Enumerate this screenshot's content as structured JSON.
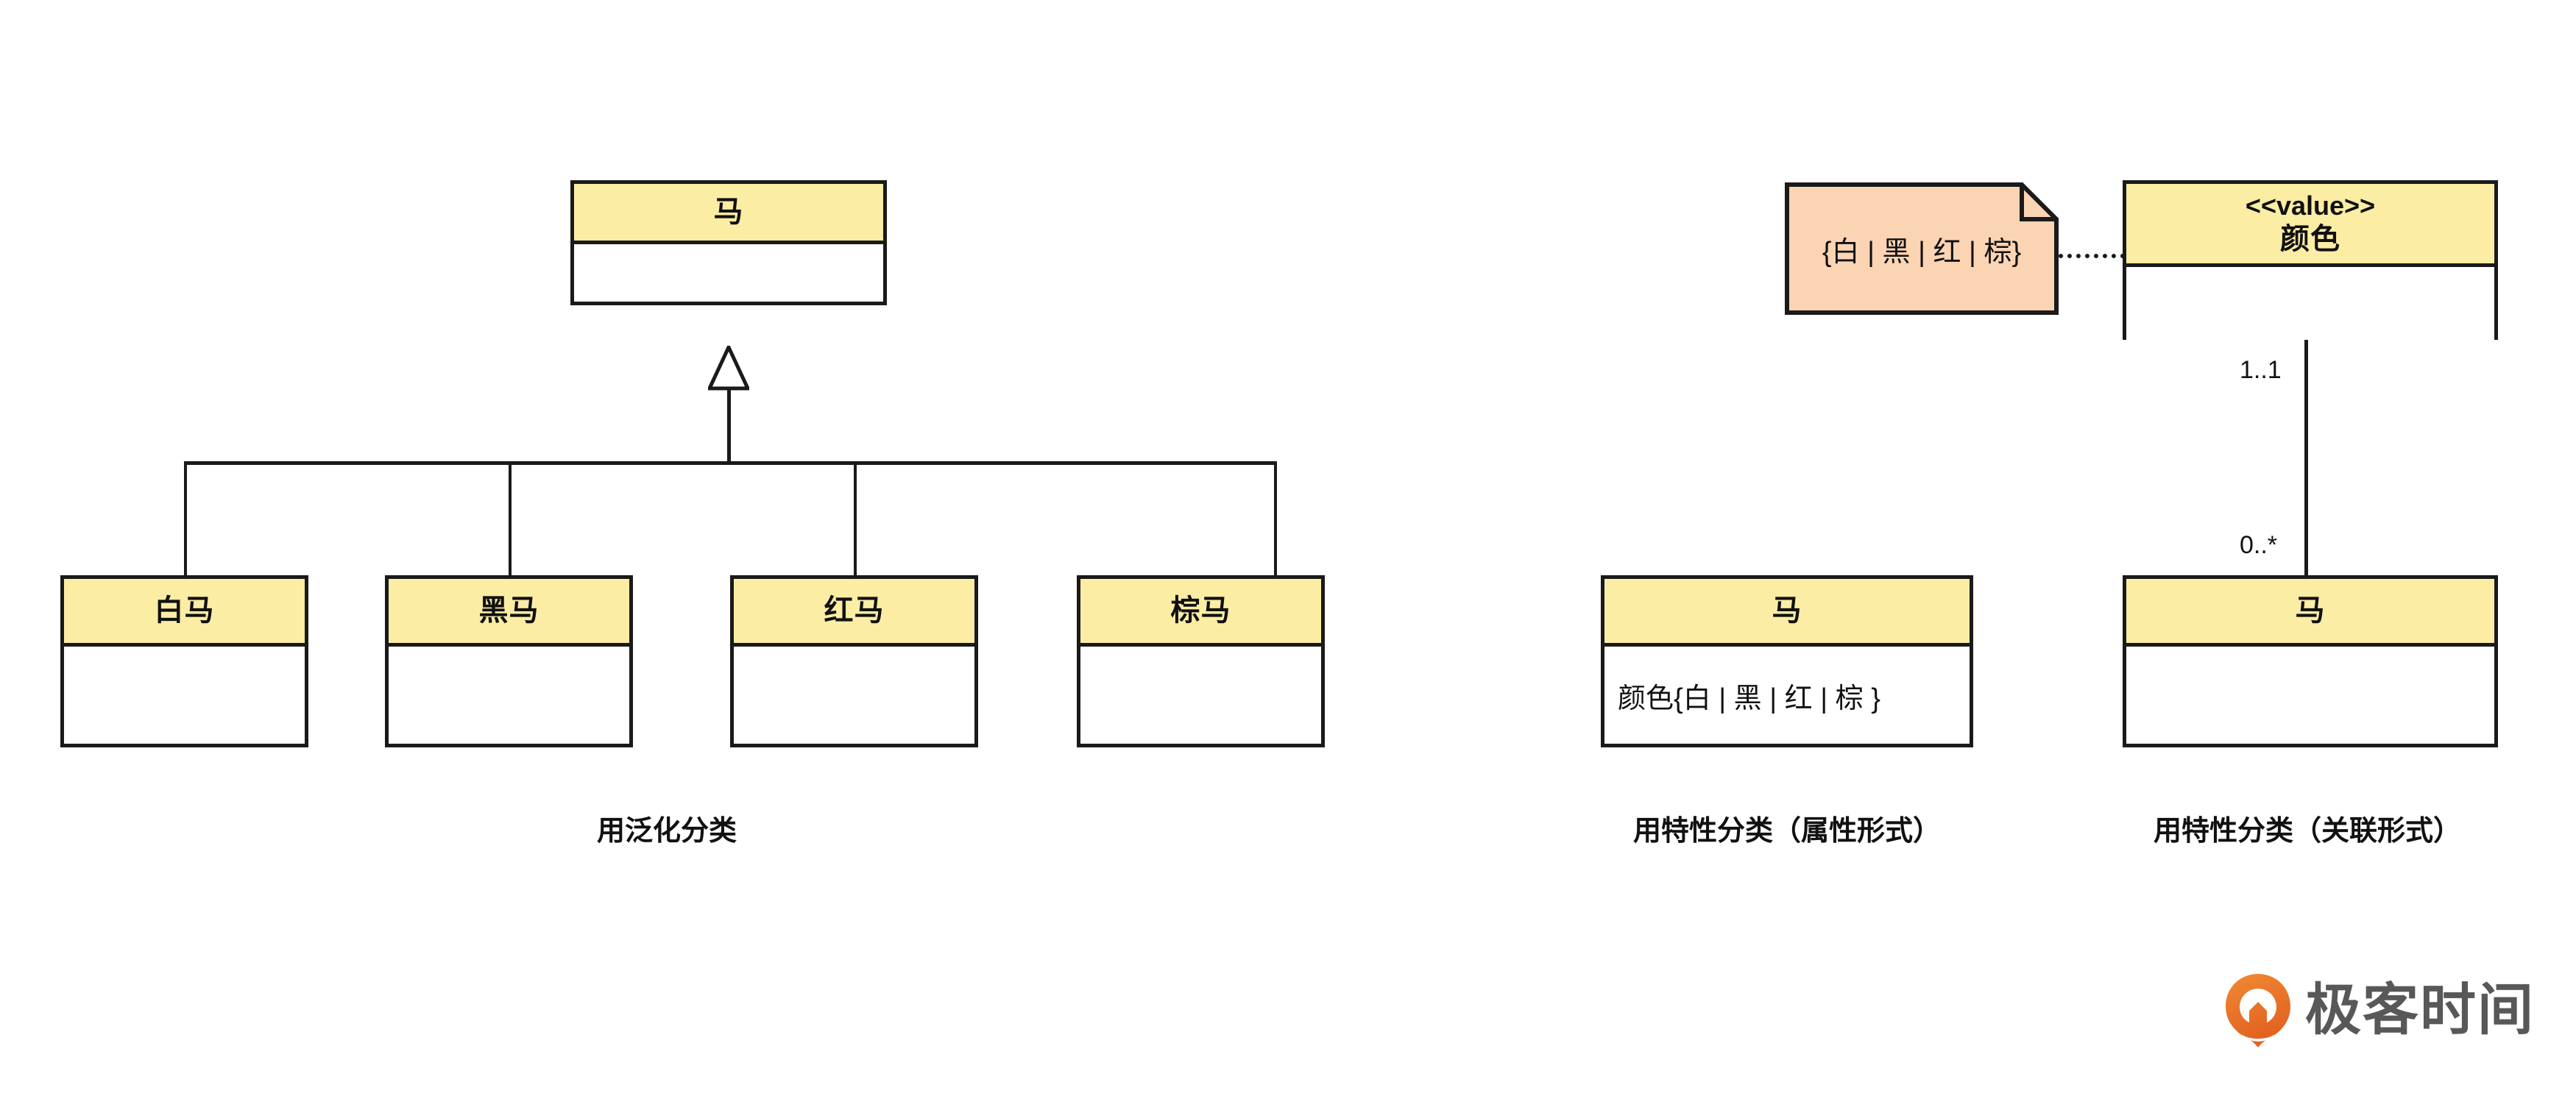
{
  "diagram": {
    "type": "uml-class-diagram",
    "colors": {
      "class_header_fill": "#FCEDA4",
      "class_body_fill": "#FFFFFF",
      "note_fill": "#FBD4B4",
      "stroke": "#1A1A1A",
      "caption_text": "#111111",
      "brand_orange": "#E8703A",
      "brand_gray": "#585858"
    },
    "panels": [
      {
        "id": "generalization",
        "caption": "用泛化分类",
        "relationship": "generalization",
        "parent": {
          "name": "马"
        },
        "children": [
          {
            "name": "白马"
          },
          {
            "name": "黑马"
          },
          {
            "name": "红马"
          },
          {
            "name": "棕马"
          }
        ]
      },
      {
        "id": "attribute-form",
        "caption": "用特性分类（属性形式）",
        "relationship": "attribute",
        "classes": [
          {
            "name": "马",
            "attributes": [
              "颜色{白 | 黑 | 红 | 棕 }"
            ]
          }
        ]
      },
      {
        "id": "association-form",
        "caption": "用特性分类（关联形式）",
        "relationship": "association",
        "note": {
          "text": "{白 | 黑 | 红 | 棕}"
        },
        "classes": [
          {
            "name": "颜色",
            "stereotype": "<<value>>",
            "attributes": []
          },
          {
            "name": "马",
            "attributes": []
          }
        ],
        "multiplicity": {
          "near_value": "1..1",
          "near_horse": "0..*"
        }
      }
    ]
  },
  "brand": {
    "name": "极客时间",
    "mark": "geektime-logo-icon"
  }
}
